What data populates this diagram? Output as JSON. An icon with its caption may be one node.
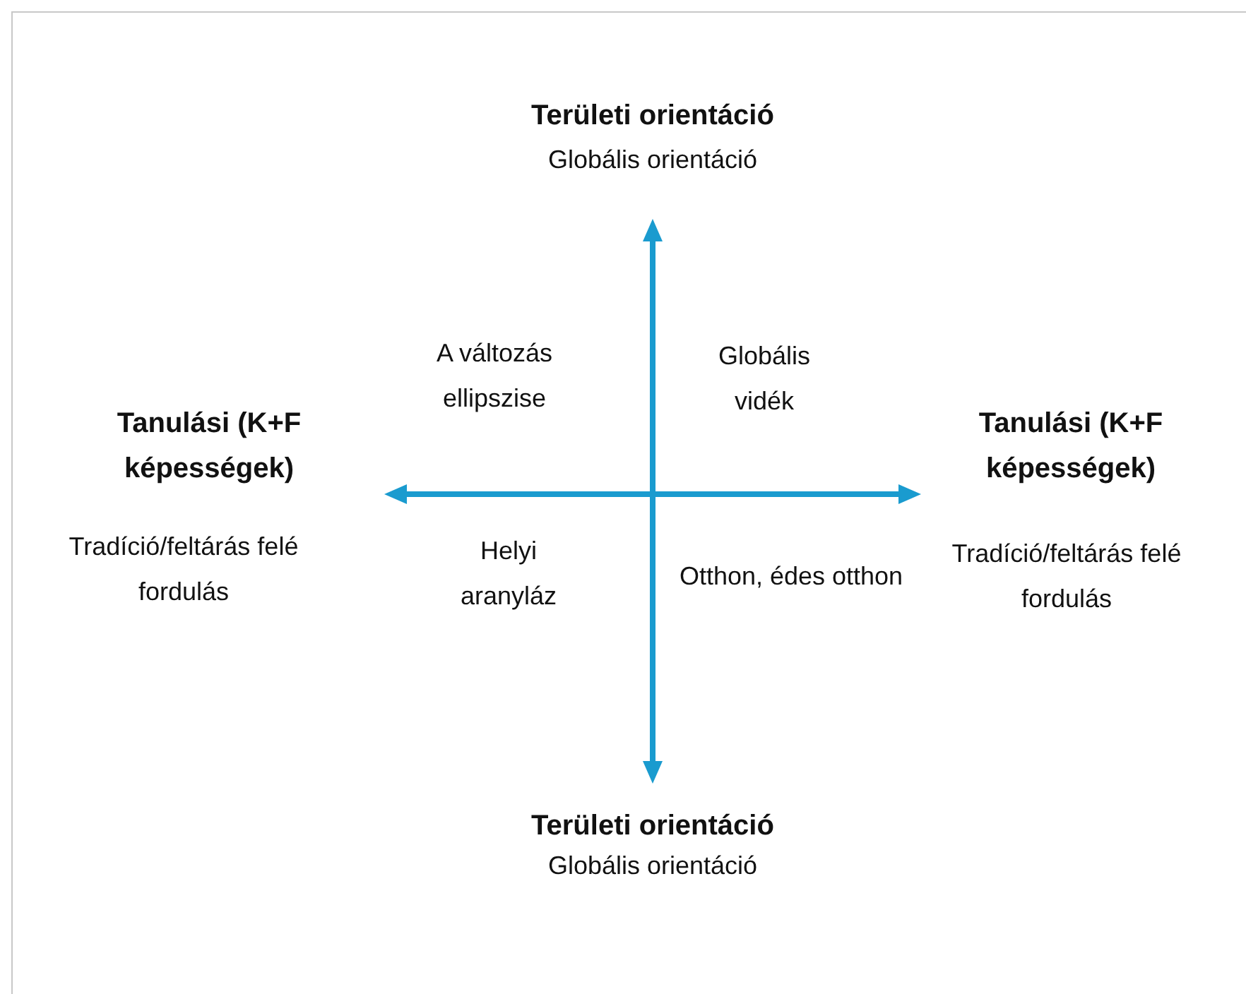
{
  "diagram": {
    "labels": [
      "Területi orientáció",
      "Globális orientáció",
      "A változás ellipszise",
      "Globális vidék",
      "Tanulási (K+F képességek)",
      "Tanulási (K+F képességek)",
      "Helyi aranyláz",
      "Otthon, édes otthon",
      "Tradíció/feltárás felé fordulás",
      "Tradíció/feltárás felé fordulás",
      "Területi orientáció",
      "Globális orientáció"
    ]
  }
}
